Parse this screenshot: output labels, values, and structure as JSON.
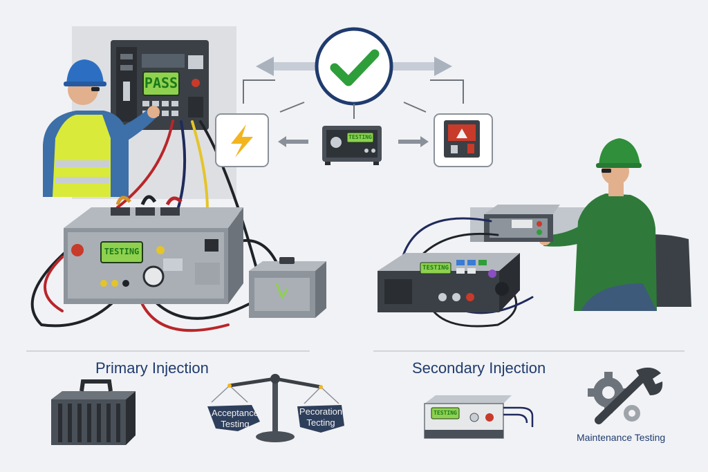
{
  "screens": {
    "pass": "PASS",
    "testing_hub": "TESTING",
    "testing_primary": "TESTING",
    "testing_secondary": "TESTING",
    "testing_small": "TESTING"
  },
  "sections": {
    "primary_title": "Primary Injection",
    "secondary_title": "Secondary Injection"
  },
  "scale": {
    "left_plate": [
      "Acceptance",
      "Testing"
    ],
    "right_plate": [
      "Pecoration",
      "Tecting"
    ]
  },
  "maintenance_label": "Maintenance Testing",
  "colors": {
    "title_blue": "#1f3b6e",
    "check_green": "#2e9e3a",
    "screen_green": "#8fd14f",
    "hard_hat_blue": "#2c6fc2",
    "hard_hat_green": "#2f8f3a",
    "vest_yellow": "#d9ea3a"
  },
  "icons": [
    "check-circle-icon",
    "lightning-icon",
    "gear-icon",
    "wrench-icon",
    "breaker-icon",
    "scale-icon",
    "transformer-icon"
  ]
}
